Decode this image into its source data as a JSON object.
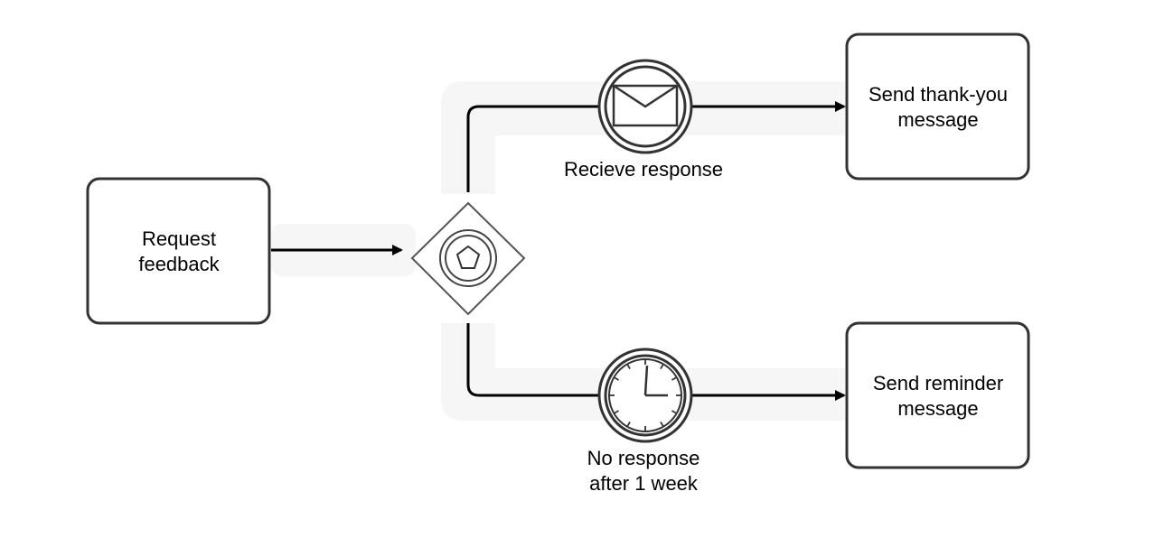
{
  "diagram": {
    "type": "bpmn-event-based-gateway",
    "tasks": {
      "request": {
        "line1": "Request",
        "line2": "feedback"
      },
      "thank_you": {
        "line1": "Send thank-you",
        "line2": "message"
      },
      "reminder": {
        "line1": "Send reminder",
        "line2": "message"
      }
    },
    "gateway": {
      "icon": "pentagon-icon"
    },
    "events": {
      "message": {
        "icon": "envelope-icon",
        "label": "Recieve response"
      },
      "timer": {
        "icon": "clock-icon",
        "line1": "No response",
        "line2": "after 1 week"
      }
    },
    "colors": {
      "stroke": "#222222",
      "fill": "#ffffff",
      "highlight": "#f5f5f5"
    }
  }
}
